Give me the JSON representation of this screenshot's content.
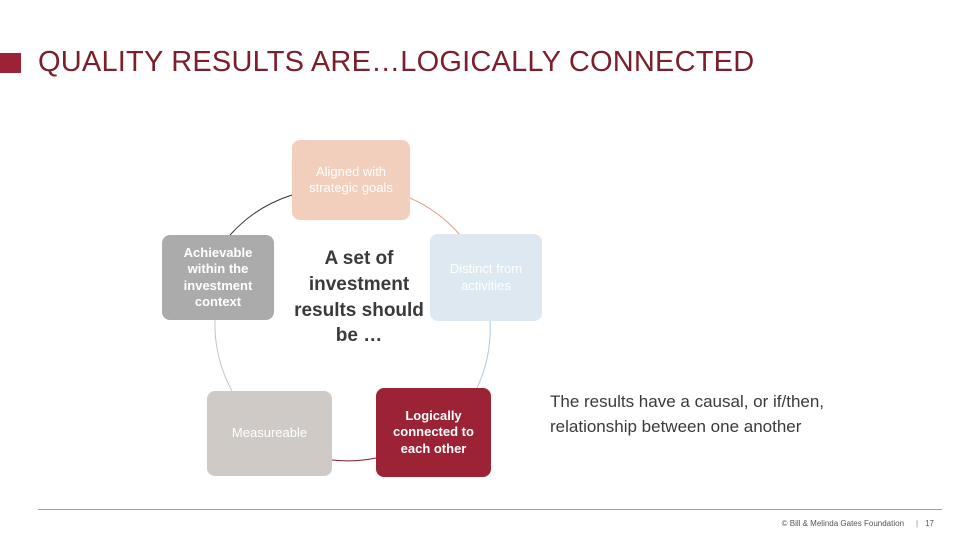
{
  "slide": {
    "title": "QUALITY RESULTS ARE…LOGICALLY CONNECTED"
  },
  "diagram": {
    "center_text": "A set of investment results should be …",
    "nodes": [
      {
        "label": "Aligned with strategic goals",
        "color": "#f2cfbd"
      },
      {
        "label": "Distinct from activities",
        "color": "#dde8f0"
      },
      {
        "label": "Logically connected to each other",
        "color": "#9b2335"
      },
      {
        "label": "Measureable",
        "color": "#cfcac6"
      },
      {
        "label": "Achievable within the investment context",
        "color": "#ababab"
      }
    ]
  },
  "callout": {
    "text": "The results have a causal, or if/then, relationship between one another"
  },
  "footer": {
    "copyright": "© Bill & Melinda Gates Foundation",
    "separator": "|",
    "page_number": "17"
  },
  "colors": {
    "accent": "#9b2335",
    "title": "#7a1f2b",
    "footer_line": "#7fa9c6"
  }
}
